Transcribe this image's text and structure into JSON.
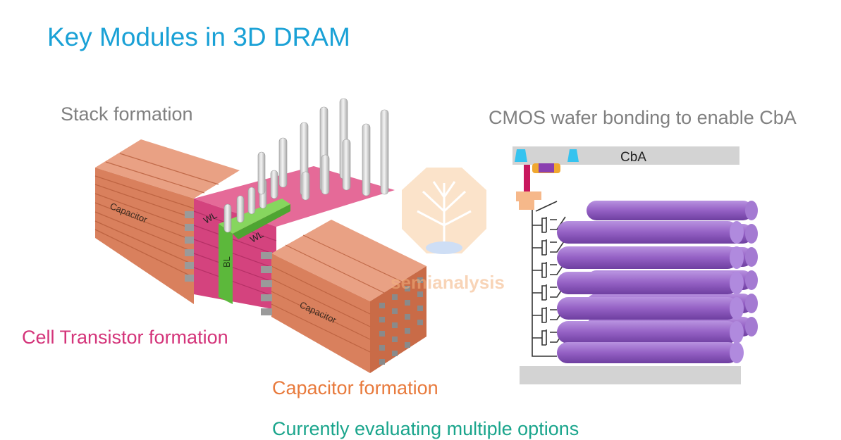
{
  "title": "Key Modules in 3D DRAM",
  "labels": {
    "stack_formation": "Stack formation",
    "cmos_bonding": "CMOS wafer bonding to enable CbA",
    "cell_transistor": "Cell Transistor formation",
    "capacitor_formation": "Capacitor formation",
    "evaluating": "Currently evaluating multiple options"
  },
  "diagram_left": {
    "capacitor_left": "Capacitor",
    "capacitor_right": "Capacitor",
    "wl_left": "WL",
    "wl_right": "WL",
    "bl": "BL"
  },
  "diagram_right": {
    "cba": "CbA"
  },
  "watermark": "semianalysis",
  "colors": {
    "title": "#1aa1d6",
    "gray_text": "#808080",
    "cell_transistor": "#d4347a",
    "capacitor": "#e87a3c",
    "evaluating": "#1aa58c",
    "capacitor_fill": "#df8a6a",
    "wordline": "#d94f86",
    "bitline": "#6cc64a",
    "cylinder": "#9b66c8"
  }
}
